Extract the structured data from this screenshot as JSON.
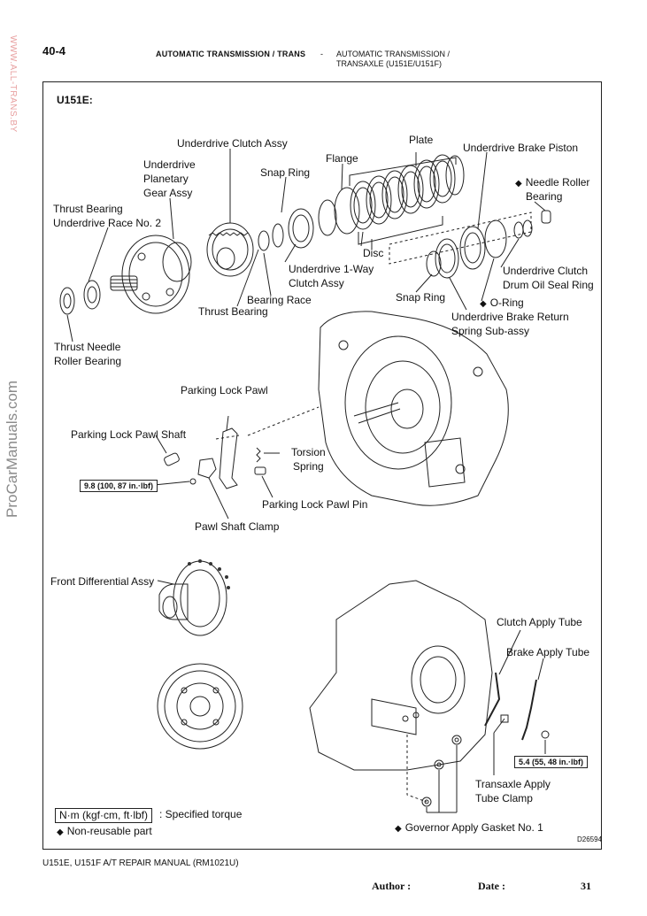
{
  "header": {
    "page_number": "40-4",
    "section": "AUTOMATIC TRANSMISSION / TRANS",
    "separator": "-",
    "subtitle_line1": "AUTOMATIC TRANSMISSION /",
    "subtitle_line2": "TRANSAXLE (U151E/U151F)"
  },
  "watermarks": {
    "site_vertical": "WWW.ALL-TRANS.BY",
    "procar": "ProCarManuals.com"
  },
  "diagram": {
    "model": "U151E:",
    "labels": {
      "underdrive_clutch_assy": "Underdrive Clutch Assy",
      "plate": "Plate",
      "underdrive_brake_piston": "Underdrive Brake Piston",
      "underdrive_planetary_1": "Underdrive",
      "underdrive_planetary_2": "Planetary",
      "underdrive_planetary_3": "Gear Assy",
      "flange": "Flange",
      "snap_ring_top": "Snap Ring",
      "needle_roller_1": "Needle Roller",
      "needle_roller_2": "Bearing",
      "thrust_bearing_race_1": "Thrust Bearing",
      "thrust_bearing_race_2": "Underdrive Race No. 2",
      "disc": "Disc",
      "ud_one_way_1": "Underdrive  1-Way",
      "ud_one_way_2": "Clutch Assy",
      "ud_clutch_seal_1": "Underdrive Clutch",
      "ud_clutch_seal_2": "Drum Oil Seal Ring",
      "bearing_race": "Bearing Race",
      "snap_ring_mid": "Snap Ring",
      "o_ring": "O-Ring",
      "thrust_bearing": "Thrust Bearing",
      "ud_brake_return_1": "Underdrive Brake Return",
      "ud_brake_return_2": "Spring  Sub-assy",
      "thrust_needle_1": "Thrust Needle",
      "thrust_needle_2": "Roller Bearing",
      "parking_lock_pawl": "Parking Lock Pawl",
      "parking_lock_pawl_shaft": "Parking Lock Pawl Shaft",
      "torsion_spring_1": "Torsion",
      "torsion_spring_2": "Spring",
      "parking_lock_pawl_pin": "Parking Lock Pawl Pin",
      "pawl_shaft_clamp": "Pawl Shaft Clamp",
      "front_differential": "Front Differential Assy",
      "clutch_apply_tube": "Clutch Apply Tube",
      "brake_apply_tube": "Brake Apply Tube",
      "transaxle_apply_1": "Transaxle Apply",
      "transaxle_apply_2": "Tube Clamp",
      "governor_gasket": "Governor Apply Gasket No. 1"
    },
    "torque_values": {
      "pawl_bolt": "9.8 (100, 87 in.·lbf)",
      "tube_bolt": "5.4 (55, 48 in.·lbf)"
    },
    "legend": {
      "torque_unit": "N·m (kgf·cm, ft·lbf)",
      "torque_desc": ": Specified torque",
      "non_reusable": "Non-reusable part"
    },
    "diamond_symbol": "◆",
    "figure_id": "D26594"
  },
  "footer": {
    "manual": "U151E, U151F A/T REPAIR MANUAL   (RM1021U)",
    "author": "Author :",
    "date": "Date :",
    "page": "31"
  }
}
